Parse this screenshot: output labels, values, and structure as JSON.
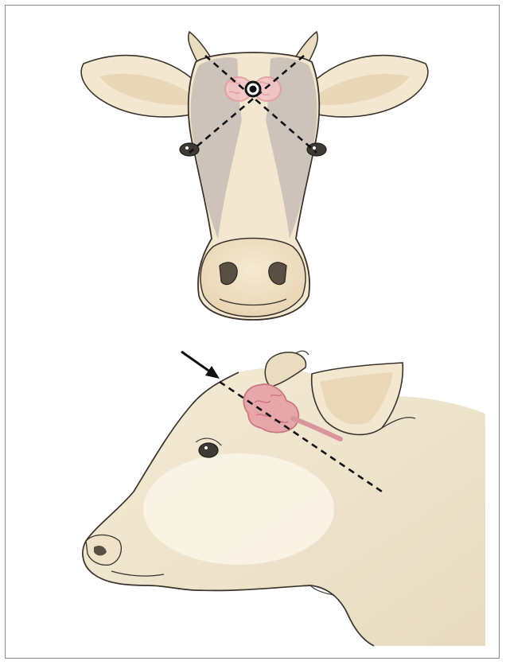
{
  "colors": {
    "frame_border": "#8a8a8a",
    "hide_cream": "#f3e8cf",
    "hide_shadow": "#e6d6b6",
    "patch_grey": "#c9c2b8",
    "patch_grey_dark": "#b3aba0",
    "brain_pink": "#e7a7aa",
    "brain_pink_dark": "#c97880",
    "ear_inner": "#ecdcbf",
    "horn": "#e9dcc0",
    "outline": "#3a332c",
    "marker_line": "#111111",
    "target_dot": "#111111"
  },
  "figures": [
    {
      "view": "front",
      "markers": [
        "crossed-dashed-lines",
        "target-point",
        "brain-outline"
      ]
    },
    {
      "view": "side",
      "markers": [
        "arrow",
        "dashed-line",
        "brain-outline"
      ]
    }
  ]
}
